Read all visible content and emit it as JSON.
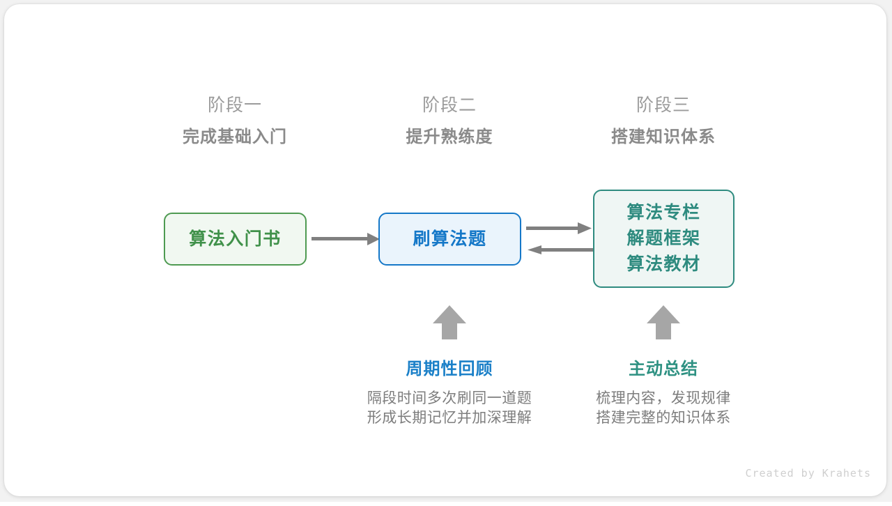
{
  "stages": [
    {
      "phase": "阶段一",
      "title": "完成基础入门"
    },
    {
      "phase": "阶段二",
      "title": "提升熟练度"
    },
    {
      "phase": "阶段三",
      "title": "搭建知识体系"
    }
  ],
  "nodes": {
    "book": {
      "label": "算法入门书",
      "color": "#40914a",
      "border": "#4e9a51",
      "fill": "#f1f8f1"
    },
    "practice": {
      "label": "刷算法题",
      "color": "#1578c8",
      "border": "#1578c8",
      "fill": "#eaf4fc"
    },
    "resources": {
      "lines": [
        "算法专栏",
        "解题框架",
        "算法教材"
      ],
      "color": "#2e8b7f",
      "border": "#2e8b7f",
      "fill": "#eff6f4"
    }
  },
  "arrows": {
    "color": "#808080",
    "items": [
      {
        "name": "book-to-practice",
        "direction": "right"
      },
      {
        "name": "practice-to-resources",
        "direction": "right"
      },
      {
        "name": "resources-to-practice",
        "direction": "left"
      },
      {
        "name": "review-up",
        "direction": "up"
      },
      {
        "name": "summary-up",
        "direction": "up"
      }
    ]
  },
  "annotations": [
    {
      "title": "周期性回顾",
      "color": "#1b80c8",
      "desc_lines": [
        "隔段时间多次刷同一道题",
        "形成长期记忆并加深理解"
      ]
    },
    {
      "title": "主动总结",
      "color": "#2e9182",
      "desc_lines": [
        "梳理内容，发现规律",
        "搭建完整的知识体系"
      ]
    }
  ],
  "footer": {
    "credit": "Created by Krahets"
  }
}
